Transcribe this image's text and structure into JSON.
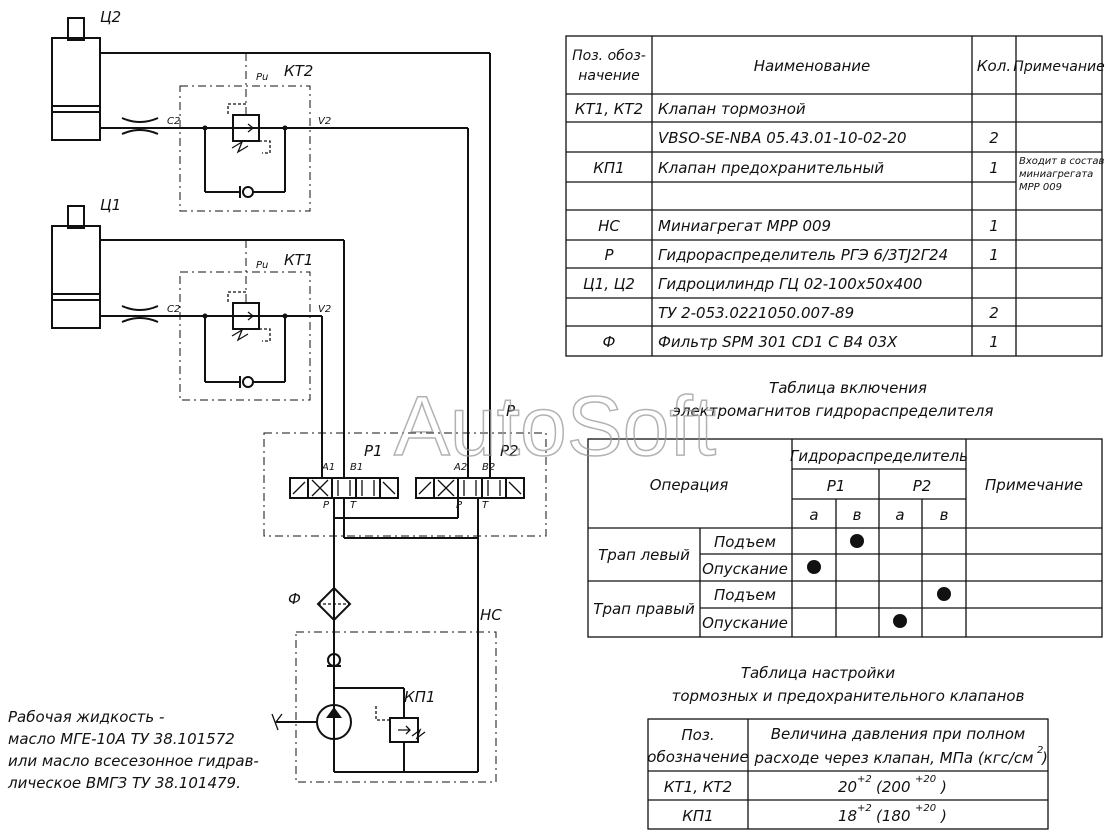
{
  "schematic": {
    "cyl2": "Ц2",
    "cyl1": "Ц1",
    "kt2": "КТ2",
    "kt1": "КТ1",
    "pu": "Pu",
    "c2": "C2",
    "v2": "V2",
    "p": "P",
    "p1": "P1",
    "p2": "P2",
    "a1": "A1",
    "b1": "B1",
    "a2": "A2",
    "b2": "B2",
    "port_p": "P",
    "port_t": "T",
    "filter": "Ф",
    "ns": "НС",
    "kp1": "КП1"
  },
  "fluid_note": [
    "Рабочая жидкость -",
    "масло МГЕ-10А  ТУ 38.101572",
    "или масло всесезонное гидрав-",
    "лическое ВМГЗ ТУ 38.101479."
  ],
  "spec_table": {
    "headers": [
      "Поз. обоз-",
      "начение",
      "Наименование",
      "Кол.",
      "Примечание"
    ],
    "rows": [
      {
        "pos": "КТ1, КТ2",
        "name": "Клапан тормозной",
        "qty": "",
        "note": ""
      },
      {
        "pos": "",
        "name": "VBSO-SE-NBA 05.43.01-10-02-20",
        "qty": "2",
        "note": ""
      },
      {
        "pos": "КП1",
        "name": "Клапан предохранительный",
        "qty": "1",
        "note": "Входит в состав"
      },
      {
        "pos": "",
        "name": "",
        "qty": "",
        "note": "миниагрегата"
      },
      {
        "pos": "",
        "name": "",
        "qty": "",
        "note": "МРР 009"
      },
      {
        "pos": "НС",
        "name": "Миниагрегат МРР 009",
        "qty": "1",
        "note": ""
      },
      {
        "pos": "Р",
        "name": "Гидрораспределитель РГЭ 6/3ТJ2Г24",
        "qty": "1",
        "note": ""
      },
      {
        "pos": "Ц1, Ц2",
        "name": "Гидроцилиндр ГЦ 02-100х50х400",
        "qty": "",
        "note": ""
      },
      {
        "pos": "",
        "name": "ТУ 2-053.0221050.007-89",
        "qty": "2",
        "note": ""
      },
      {
        "pos": "Ф",
        "name": "Фильтр SPM 301 CD1 C B4 03X",
        "qty": "1",
        "note": ""
      }
    ]
  },
  "switch_table": {
    "title": [
      "Таблица включения",
      "электромагнитов гидрораспределителя"
    ],
    "col_operation": "Операция",
    "col_group": "Гидрораспределитель",
    "col_p1": "Р1",
    "col_p2": "Р2",
    "col_a": "а",
    "col_b": "в",
    "col_note": "Примечание",
    "left": "Трап левый",
    "right": "Трап правый",
    "up": "Подъем",
    "down": "Опускание",
    "marks": [
      [
        0,
        1
      ],
      [
        1,
        0
      ],
      [
        2,
        3
      ],
      [
        3,
        2
      ]
    ]
  },
  "valve_table": {
    "title": [
      "Таблица настройки",
      "тормозных и предохранительного клапанов"
    ],
    "h_pos": [
      "Поз.",
      "обозначение"
    ],
    "h_val": [
      "Величина давления при полном",
      "расходе через клапан, МПа (кгс/см"
    ],
    "h_sup": "2",
    "rows": [
      {
        "pos": "КТ1, КТ2",
        "val": "20",
        "sup": "+2",
        "val2": "(200",
        "sup2": "+20"
      },
      {
        "pos": "КП1",
        "val": "18",
        "sup": "+2",
        "val2": "(180",
        "sup2": "+20"
      }
    ]
  },
  "watermark": "AutoSoft"
}
